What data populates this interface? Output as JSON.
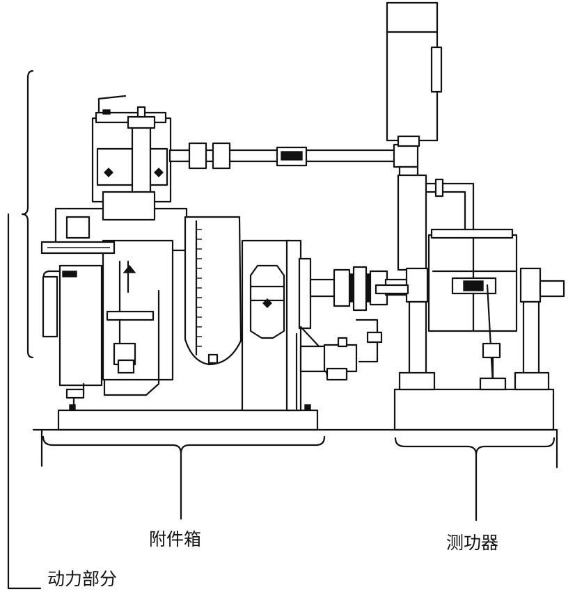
{
  "labels": {
    "accessory_box": "附件箱",
    "dynamometer": "测功器",
    "power_section": "动力部分"
  }
}
